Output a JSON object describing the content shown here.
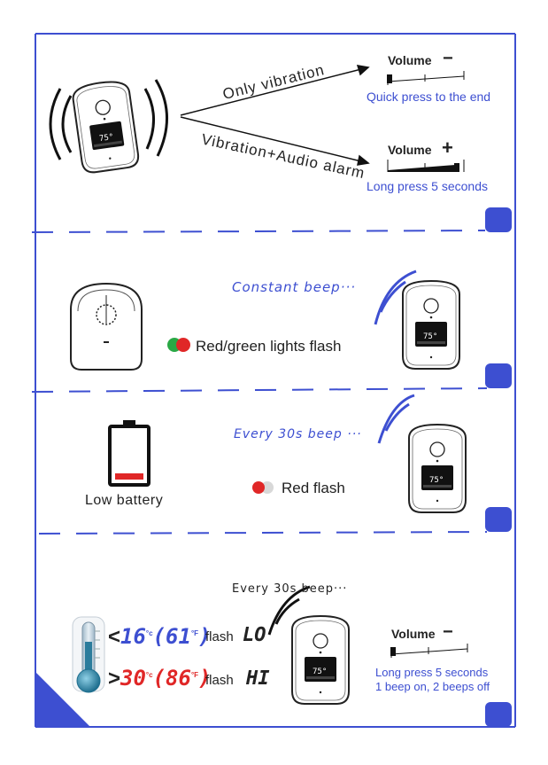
{
  "section1": {
    "path_upper": "Only vibration",
    "path_lower": "Vibration+Audio alarm",
    "device_temp": "75°",
    "volume_down": {
      "label": "Volume",
      "sign": "−",
      "caption": "Quick press to the end",
      "level": 0.0
    },
    "volume_up": {
      "label": "Volume",
      "sign": "+",
      "caption": "Long press 5 seconds",
      "level": 1.0
    }
  },
  "section2": {
    "beep_text": "Constant beep···",
    "lights_text": "Red/green lights flash",
    "device_temp": "75°"
  },
  "section3": {
    "beep_text": "Every 30s beep ···",
    "battery_label": "Low battery",
    "battery_level": 0.12,
    "flash_text": "Red flash",
    "device_temp": "75°"
  },
  "section4": {
    "beep_text": "Every 30s beep···",
    "low_op": "<",
    "low_c": "16",
    "low_c_unit": "°c",
    "low_f": "(61",
    "low_f_unit": "°F",
    "low_close": ")",
    "high_op": ">",
    "high_c": "30",
    "high_c_unit": "°c",
    "high_f": "(86",
    "high_f_unit": "°F",
    "high_close": ")",
    "flash_word_low": "flash",
    "flash_code_low": "LO",
    "flash_word_high": "flash",
    "flash_code_high": "HI",
    "device_temp": "75°",
    "volume": {
      "label": "Volume",
      "sign": "−",
      "caption_1": "Long press 5 seconds",
      "caption_2": "1 beep on, 2 beeps off",
      "level": 0.0
    }
  },
  "colors": {
    "accent_blue": "#3d4fd1",
    "red": "#e02727",
    "green": "#2aa845"
  }
}
